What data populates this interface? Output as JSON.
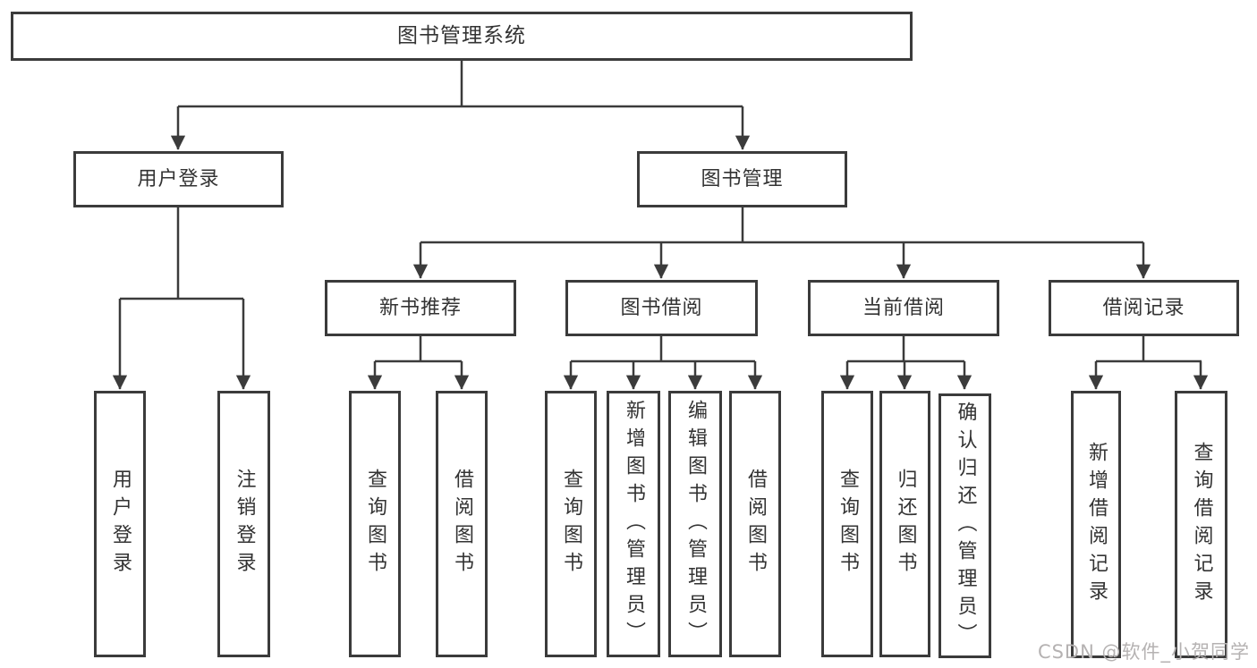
{
  "tree": {
    "root": {
      "label": "图书管理系统"
    },
    "branches": [
      {
        "label": "用户登录",
        "children": [
          "用户登录",
          "注销登录"
        ]
      },
      {
        "label": "图书管理",
        "sections": [
          {
            "label": "新书推荐",
            "children": [
              "查询图书",
              "借阅图书"
            ]
          },
          {
            "label": "图书借阅",
            "children": [
              "查询图书",
              "新增图书（管理员）",
              "编辑图书（管理员）",
              "借阅图书"
            ]
          },
          {
            "label": "当前借阅",
            "children": [
              "查询图书",
              "归还图书",
              "确认归还（管理员）"
            ]
          },
          {
            "label": "借阅记录",
            "children": [
              "新增借阅记录",
              "查询借阅记录"
            ]
          }
        ]
      }
    ]
  },
  "watermark": "CSDN @软件_小贺同学",
  "colors": {
    "line": "#3b3b3b",
    "text": "#333333",
    "background": "#ffffff",
    "watermark": "#b5b2b2"
  }
}
